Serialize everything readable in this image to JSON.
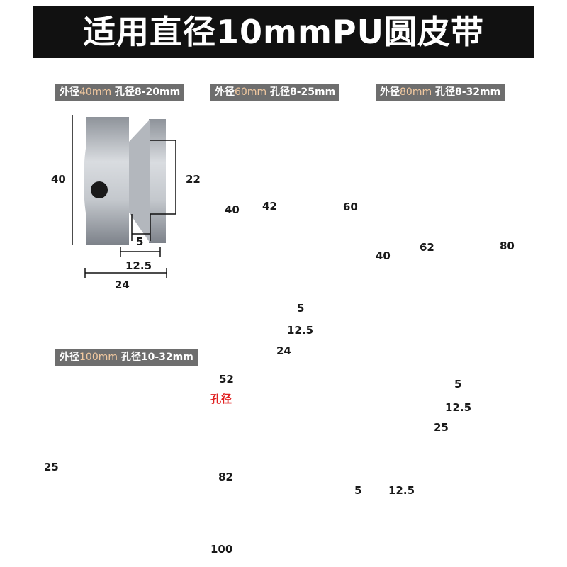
{
  "banner": {
    "title": "适用直径10mmPU圆皮带"
  },
  "pulleys": [
    {
      "label_outer": "外径",
      "outer_value": "40mm",
      "label_bore": "孔径8-20mm",
      "dims": {
        "height": "40",
        "hub": "22",
        "groove": "5",
        "groove_width": "12.5",
        "total_width": "24"
      }
    },
    {
      "label_outer": "外径",
      "outer_value": "60mm",
      "label_bore": "孔径8-25mm",
      "dims": {
        "height": "60",
        "hub_h": "40",
        "inner": "42",
        "groove": "5",
        "groove_width": "12.5",
        "total_width": "24"
      }
    },
    {
      "label_outer": "外径",
      "outer_value": "80mm",
      "label_bore": "孔径8-32mm",
      "dims": {
        "height": "80",
        "hub_h": "40",
        "inner": "62",
        "groove": "5",
        "groove_width": "12.5",
        "total_width": "25"
      }
    },
    {
      "label_outer": "外径",
      "outer_value": "100mm",
      "label_bore": "孔径10-32mm",
      "dims": {
        "hub_d": "52",
        "bore": "孔径",
        "height": "25",
        "inner": "82",
        "groove": "5",
        "groove_width": "12.5",
        "total_width": "100"
      }
    }
  ],
  "colors": {
    "banner_bg": "#111111",
    "tag_bg": "#6e6e6e",
    "metal": "#b8bcc2",
    "highlight": "#e02020"
  }
}
